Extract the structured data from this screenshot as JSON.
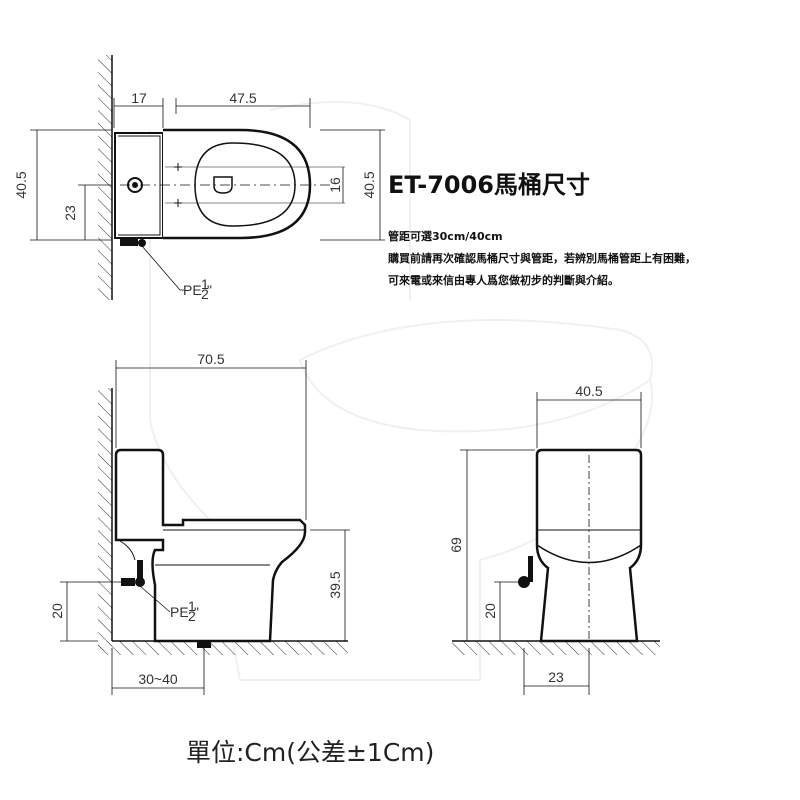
{
  "product": {
    "title": "ET-7006馬桶尺寸"
  },
  "info_lines": [
    "管距可選30cm/40cm",
    "購買前請再次確認馬桶尺寸與管距，若辨別馬桶管距上有困難，",
    "可來電或來信由專人爲您做初步的判斷與介紹。"
  ],
  "units_note": "單位:Cm(公差±1Cm)",
  "top_view": {
    "dim_tank": "17",
    "dim_bowl": "47.5",
    "dim_depth_left": "40.5",
    "dim_depth_right": "40.5",
    "dim_outlet_height": "23",
    "dim_center": "16",
    "pipe_label_prefix": "PE",
    "pipe_fraction_num": "1",
    "pipe_fraction_den": "2",
    "pipe_label_suffix": "\""
  },
  "side_view": {
    "dim_length": "70.5",
    "dim_seat_height": "39.5",
    "dim_inlet_height": "20",
    "dim_rough_in": "30~40",
    "pipe_label_prefix": "PE",
    "pipe_fraction_num": "1",
    "pipe_fraction_den": "2",
    "pipe_label_suffix": "\""
  },
  "front_view": {
    "dim_width": "40.5",
    "dim_height": "69",
    "dim_inlet_height": "20",
    "dim_inlet_offset": "23"
  },
  "colors": {
    "line": "#111111",
    "hatch": "#333333",
    "text": "#333333",
    "watermark": "#f2f2f2"
  }
}
